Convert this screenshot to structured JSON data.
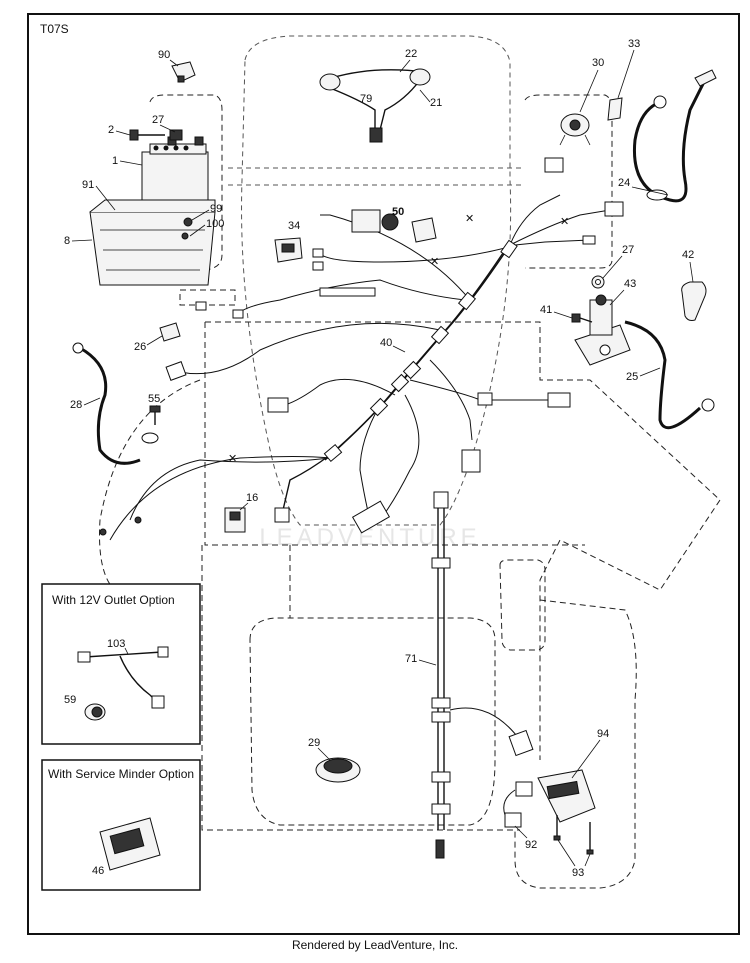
{
  "diagram_code": "T07S",
  "footer": "Rendered by LeadVenture, Inc.",
  "watermark": "LEADVENTURE",
  "inset_12v": {
    "title": "With 12V Outlet Option",
    "parts": [
      "103",
      "59"
    ]
  },
  "inset_service": {
    "title": "With Service Minder Option",
    "parts": [
      "46"
    ]
  },
  "callouts": {
    "p90": "90",
    "p22": "22",
    "p79": "79",
    "p21": "21",
    "p30": "30",
    "p33": "33",
    "p27a": "27",
    "p2": "2",
    "p1": "1",
    "p91": "91",
    "p99": "99",
    "p100": "100",
    "p8": "8",
    "p24": "24",
    "p34": "34",
    "p50": "50",
    "p27b": "27",
    "p42": "42",
    "p43": "43",
    "p41": "41",
    "p26": "26",
    "p40": "40",
    "p25": "25",
    "p28": "28",
    "p55": "55",
    "p16": "16",
    "p71": "71",
    "p29": "29",
    "p94": "94",
    "p92": "92",
    "p93": "93"
  }
}
